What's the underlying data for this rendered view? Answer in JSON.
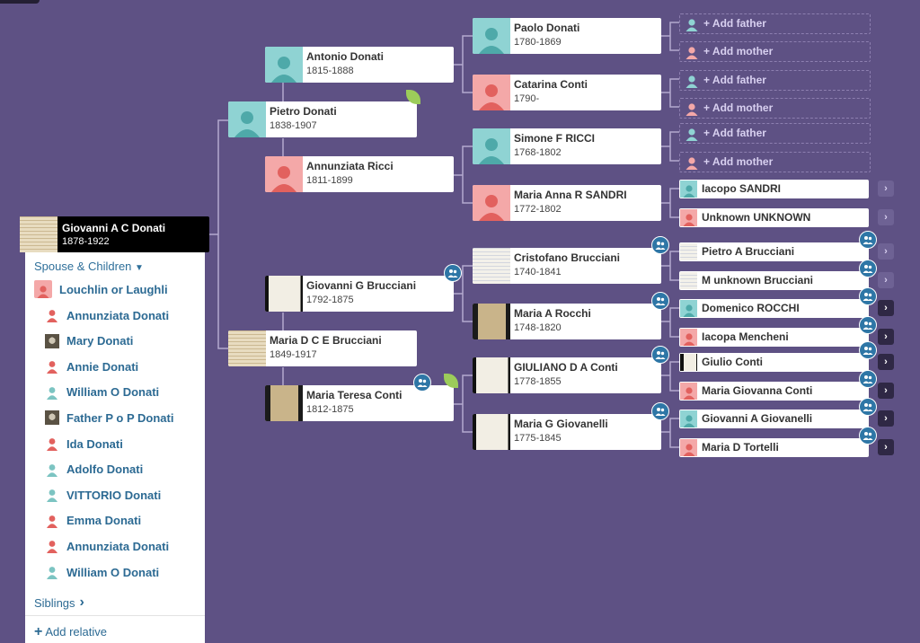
{
  "root": {
    "name": "Giovanni A C Donati",
    "dates": "1878-1922"
  },
  "panel": {
    "spouse_header": "Spouse & Children",
    "spouse": "Louchlin or Laughli",
    "children": [
      {
        "name": "Annunziata Donati",
        "gender": "female"
      },
      {
        "name": "Mary Donati",
        "gender": "photo"
      },
      {
        "name": "Annie Donati",
        "gender": "female"
      },
      {
        "name": "William O Donati",
        "gender": "male"
      },
      {
        "name": "Father P o P Donati",
        "gender": "photo"
      },
      {
        "name": "Ida Donati",
        "gender": "female"
      },
      {
        "name": "Adolfo Donati",
        "gender": "male"
      },
      {
        "name": "VITTORIO Donati",
        "gender": "male"
      },
      {
        "name": "Emma Donati",
        "gender": "female"
      },
      {
        "name": "Annunziata Donati",
        "gender": "female"
      },
      {
        "name": "William O Donati",
        "gender": "male"
      }
    ],
    "siblings_label": "Siblings",
    "add_relative": "Add relative"
  },
  "gen1": [
    {
      "name": "Pietro Donati",
      "dates": "1838-1907"
    },
    {
      "name": "Maria D C E Brucciani",
      "dates": "1849-1917"
    }
  ],
  "gen2": [
    {
      "name": "Antonio Donati",
      "dates": "1815-1888"
    },
    {
      "name": "Annunziata Ricci",
      "dates": "1811-1899"
    },
    {
      "name": "Giovanni G Brucciani",
      "dates": "1792-1875"
    },
    {
      "name": "Maria Teresa Conti",
      "dates": "1812-1875"
    }
  ],
  "gen3": [
    {
      "name": "Paolo Donati",
      "dates": "1780-1869"
    },
    {
      "name": "Catarina Conti",
      "dates": "1790-"
    },
    {
      "name": "Simone F RICCI",
      "dates": "1768-1802"
    },
    {
      "name": "Maria Anna R SANDRI",
      "dates": "1772-1802"
    },
    {
      "name": "Cristofano Brucciani",
      "dates": "1740-1841"
    },
    {
      "name": "Maria A Rocchi",
      "dates": "1748-1820"
    },
    {
      "name": "GIULIANO D A Conti",
      "dates": "1778-1855"
    },
    {
      "name": "Maria G Giovanelli",
      "dates": "1775-1845"
    }
  ],
  "gen4": [
    {
      "label": "Add father"
    },
    {
      "label": "Add mother"
    },
    {
      "label": "Add father"
    },
    {
      "label": "Add mother"
    },
    {
      "label": "Add father"
    },
    {
      "label": "Add mother"
    },
    {
      "name": "Iacopo SANDRI"
    },
    {
      "name": "Unknown UNKNOWN"
    },
    {
      "name": "Pietro A Brucciani"
    },
    {
      "name": "M unknown Brucciani"
    },
    {
      "name": "Domenico ROCCHI"
    },
    {
      "name": "Iacopa Mencheni"
    },
    {
      "name": "Giulio Conti"
    },
    {
      "name": "Maria Giovanna Conti"
    },
    {
      "name": "Giovanni A Giovanelli"
    },
    {
      "name": "Maria D Tortelli"
    }
  ],
  "colors": {
    "background": "#5e5184",
    "male": "#8fd3d3",
    "female": "#f4a8a8",
    "link": "#2c6a93",
    "leaf": "#9ccc5a"
  }
}
